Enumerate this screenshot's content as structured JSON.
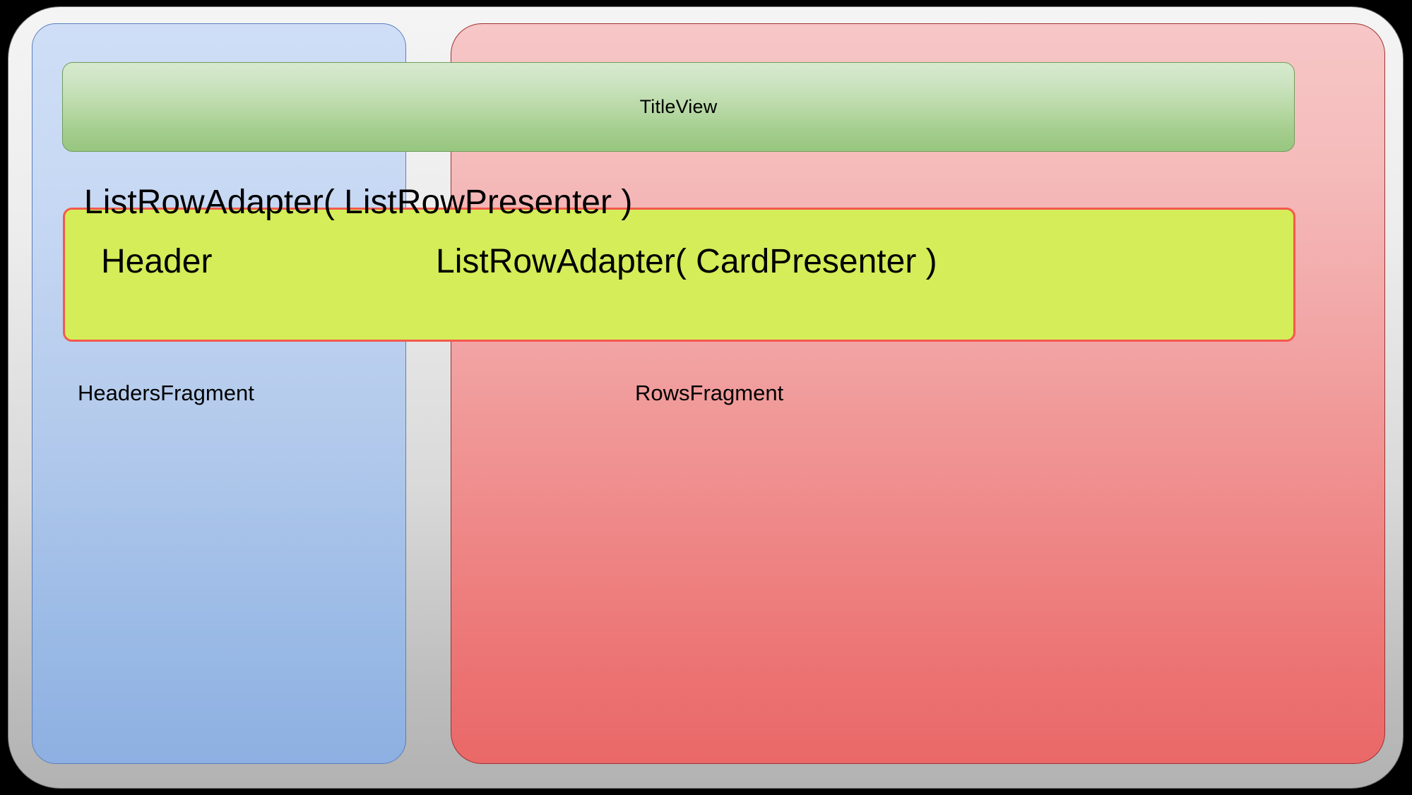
{
  "diagram": {
    "title": "Android Leanback BrowseFragment layout diagram",
    "shell": {
      "name": "browse-fragment-shell",
      "fill_top": "#f4f4f4",
      "fill_bottom": "#b2b2b2",
      "border": "#6f6f6f"
    },
    "panels": [
      {
        "id": "headers-fragment",
        "label": "HeadersFragment",
        "fill_top": "#cfdef6",
        "fill_bottom": "#8db0e2",
        "border": "#5b7fbe"
      },
      {
        "id": "rows-fragment",
        "label": "RowsFragment",
        "fill_top": "#f7c6c6",
        "fill_bottom": "#ea6868",
        "border": "#9e3131"
      }
    ],
    "title_bar": {
      "id": "title-view",
      "label": "TitleView",
      "fill_top": "#d6e9cd",
      "fill_bottom": "#97c77f",
      "border": "#6f9d5c"
    },
    "adapter_box": {
      "id": "list-row-adapter-box",
      "fill": "#d4ed58",
      "border": "#f4594d",
      "row_adapter_label": "ListRowAdapter( ListRowPresenter )",
      "header_label": "Header",
      "card_adapter_label": "ListRowAdapter( CardPresenter )"
    }
  }
}
